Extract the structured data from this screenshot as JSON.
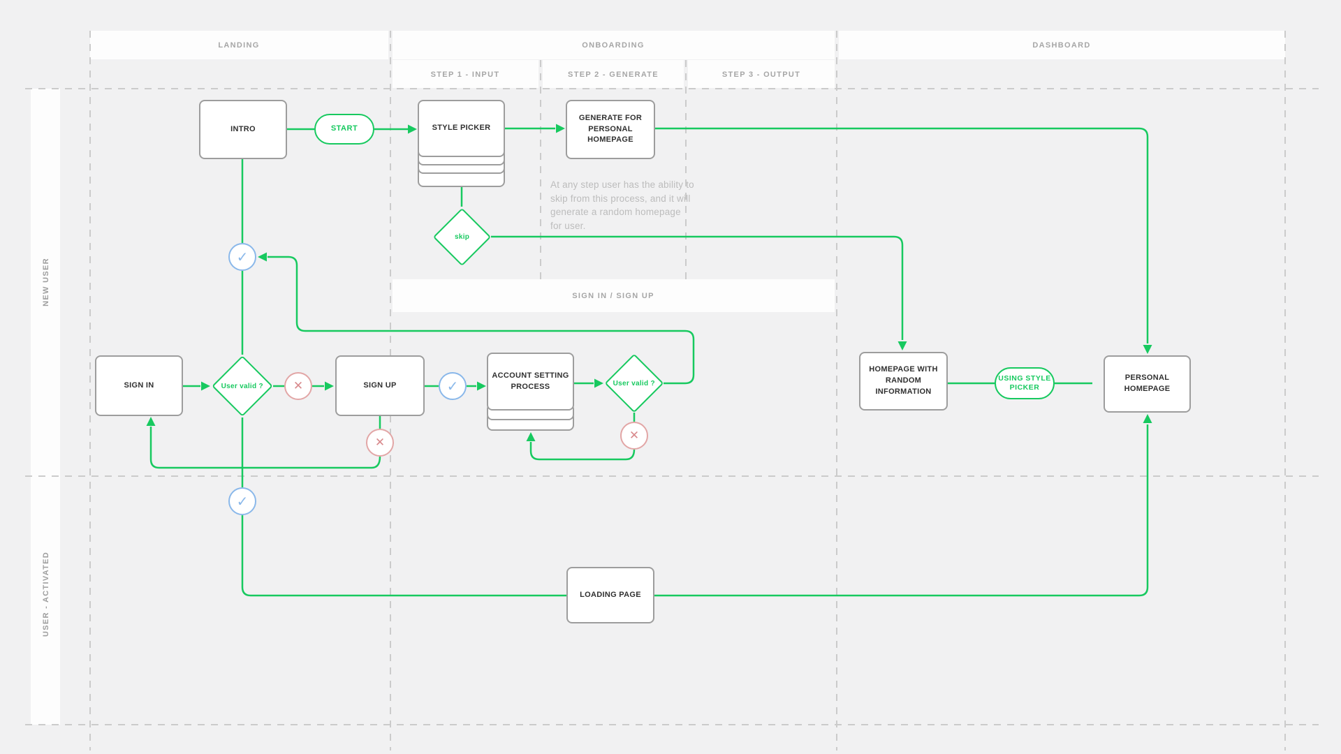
{
  "palette": {
    "background": "#f1f1f2",
    "band": "#fdfdfd",
    "green": "#17c95f",
    "blue": "#8ab8ea",
    "red": "#e2a6a6",
    "box_border": "#9d9d9d",
    "dash_line": "#cbcbcb",
    "muted_text": "#a6a6a6",
    "node_text": "#303030"
  },
  "header": {
    "columns": [
      {
        "label": "LANDING"
      },
      {
        "label": "ONBOARDING"
      },
      {
        "label": "DASHBOARD"
      }
    ],
    "steps": [
      {
        "label": "STEP 1 - INPUT"
      },
      {
        "label": "STEP 2 - GENERATE"
      },
      {
        "label": "STEP 3 - OUTPUT"
      }
    ]
  },
  "rows": [
    {
      "label": "NEW USER"
    },
    {
      "label": "USER - ACTIVATED"
    }
  ],
  "bands": {
    "sign": "SIGN IN / SIGN UP"
  },
  "nodes": {
    "intro": "INTRO",
    "start": "START",
    "style_picker": "STYLE PICKER",
    "generate": "GENERATE FOR PERSONAL HOMEPAGE",
    "skip": "skip",
    "sign_in": "SIGN IN",
    "user_valid_1": "User valid ?",
    "sign_up": "SIGN UP",
    "account_setting": "ACCOUNT SETTING PROCESS",
    "user_valid_2": "User valid ?",
    "homepage_random": "HOMEPAGE WITH RANDOM INFORMATION",
    "using_style_picker": "USING STYLE PICKER",
    "personal_homepage": "PERSONAL HOMEPAGE",
    "loading_page": "LOADING PAGE"
  },
  "icons": {
    "check": "✓",
    "cross": "✕"
  },
  "note": {
    "lines": [
      "At any step user has the ability to",
      "skip from this process, and it will",
      "generate a random homepage",
      "for user."
    ]
  }
}
